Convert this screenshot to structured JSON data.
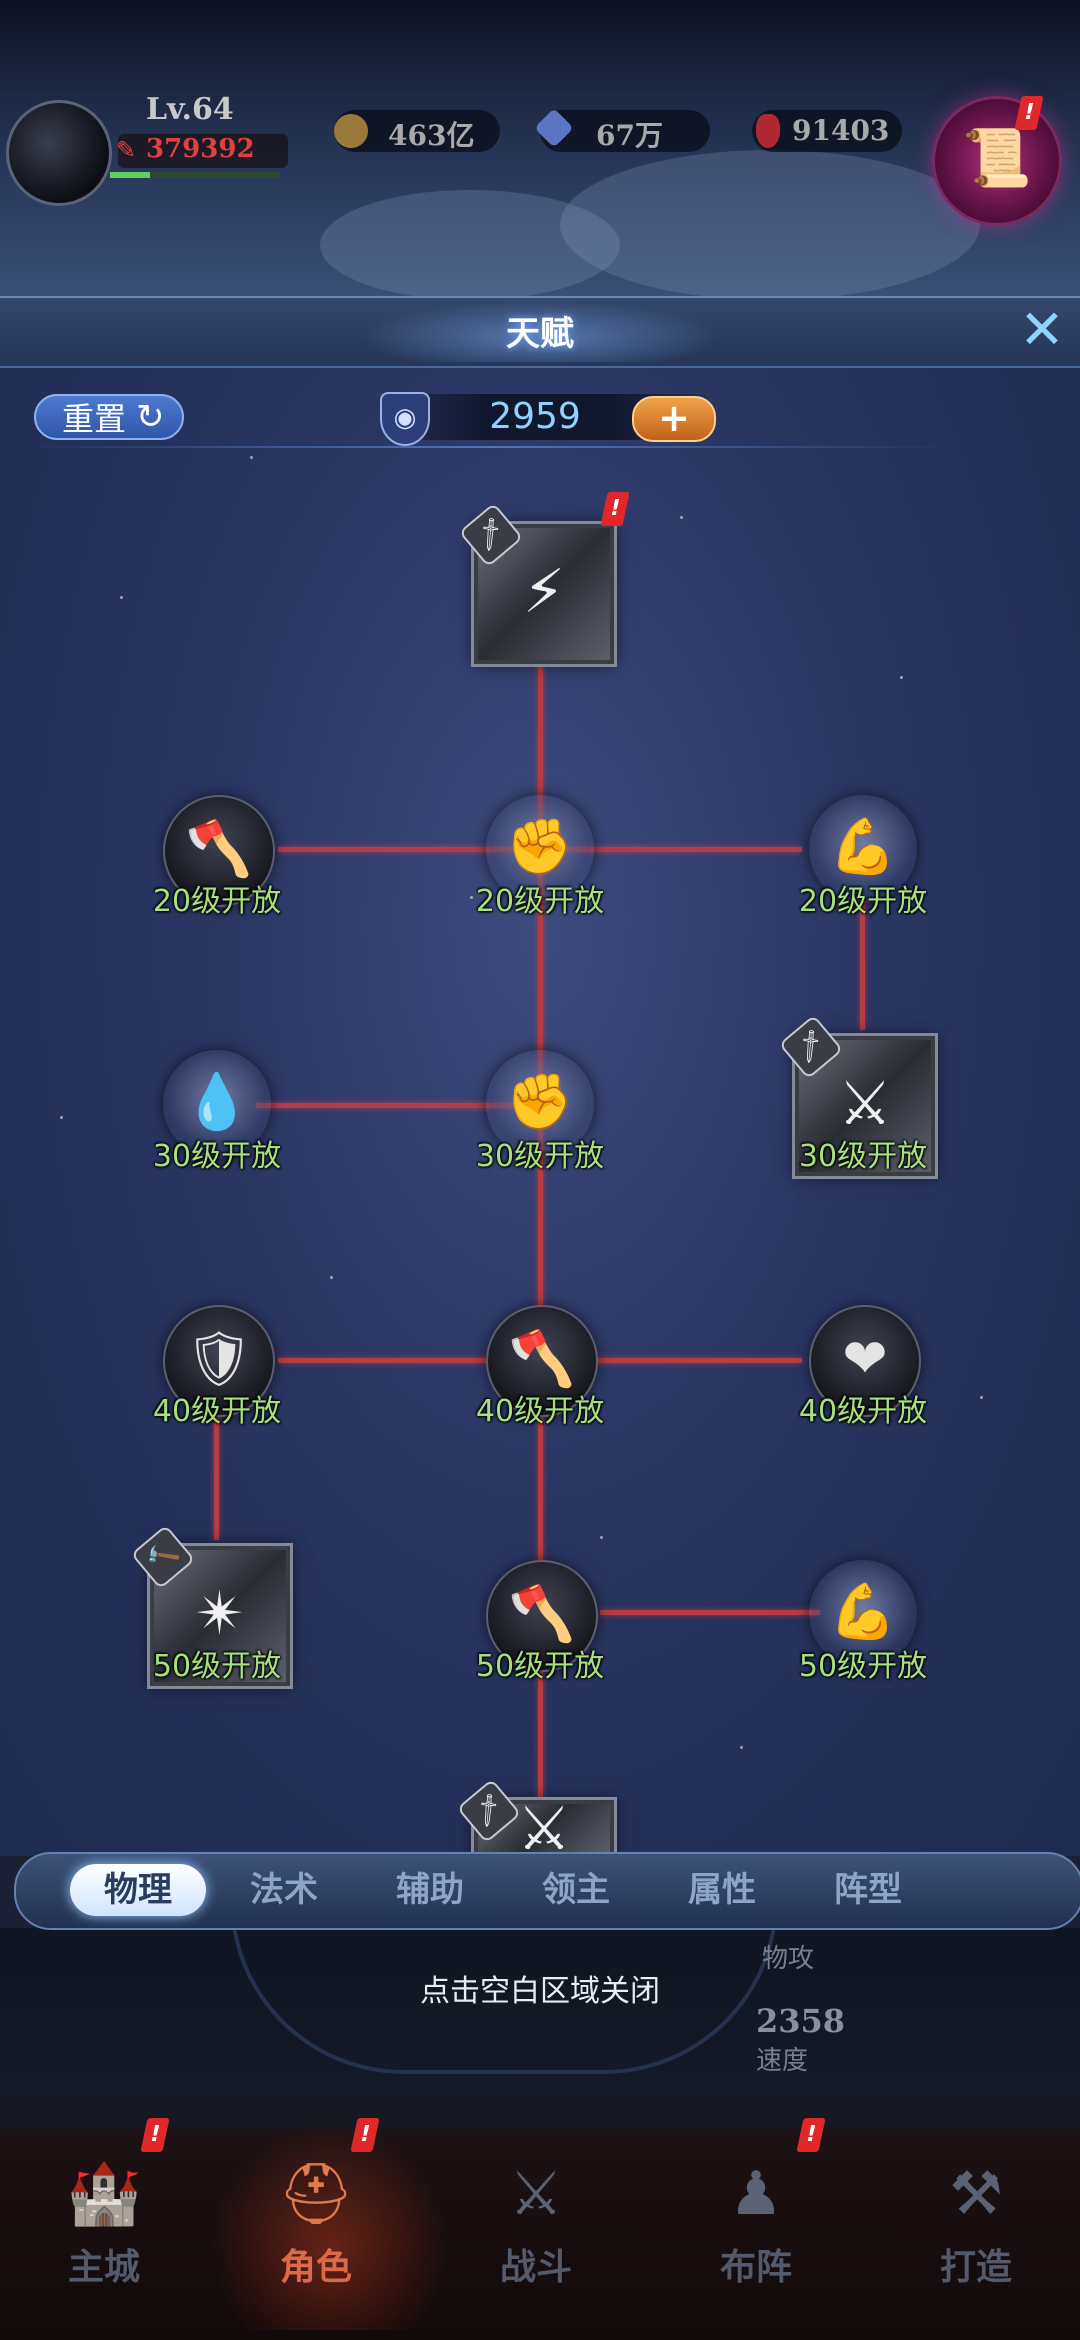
{
  "top_bar": {
    "level": "Lv.64",
    "power": "379392",
    "gold": "463亿",
    "diamond": "67万",
    "ruby": "91403"
  },
  "panel": {
    "title": "天赋",
    "reset_label": "重置",
    "talent_points": "2959",
    "plus_label": "+"
  },
  "talent_nodes": [
    {
      "label": "20级开放",
      "icon": "axe-icon"
    },
    {
      "label": "20级开放",
      "icon": "fist-icon"
    },
    {
      "label": "20级开放",
      "icon": "strength-icon"
    },
    {
      "label": "30级开放",
      "icon": "drop-shield-icon"
    },
    {
      "label": "30级开放",
      "icon": "fist-icon"
    },
    {
      "label": "30级开放",
      "icon": "blade-icon"
    },
    {
      "label": "40级开放",
      "icon": "axe-shield-icon"
    },
    {
      "label": "40级开放",
      "icon": "axe-icon"
    },
    {
      "label": "40级开放",
      "icon": "heart-icon"
    },
    {
      "label": "50级开放",
      "icon": "strike-icon"
    },
    {
      "label": "50级开放",
      "icon": "axe-icon"
    },
    {
      "label": "50级开放",
      "icon": "strength-icon"
    }
  ],
  "tabs": [
    "物理",
    "法术",
    "辅助",
    "领主",
    "属性",
    "阵型"
  ],
  "active_tab": "物理",
  "background_stats": {
    "stat1_label": "物攻",
    "stat2_value": "2358",
    "stat2_label": "速度"
  },
  "hint": "点击空白区域关闭",
  "nav": [
    "主城",
    "角色",
    "战斗",
    "布阵",
    "打造"
  ],
  "active_nav": "角色",
  "colors": {
    "link": "#b53d44",
    "label_green": "#a7e07f",
    "points_blue": "#8fd1ff",
    "badge_red": "#e0282a"
  }
}
